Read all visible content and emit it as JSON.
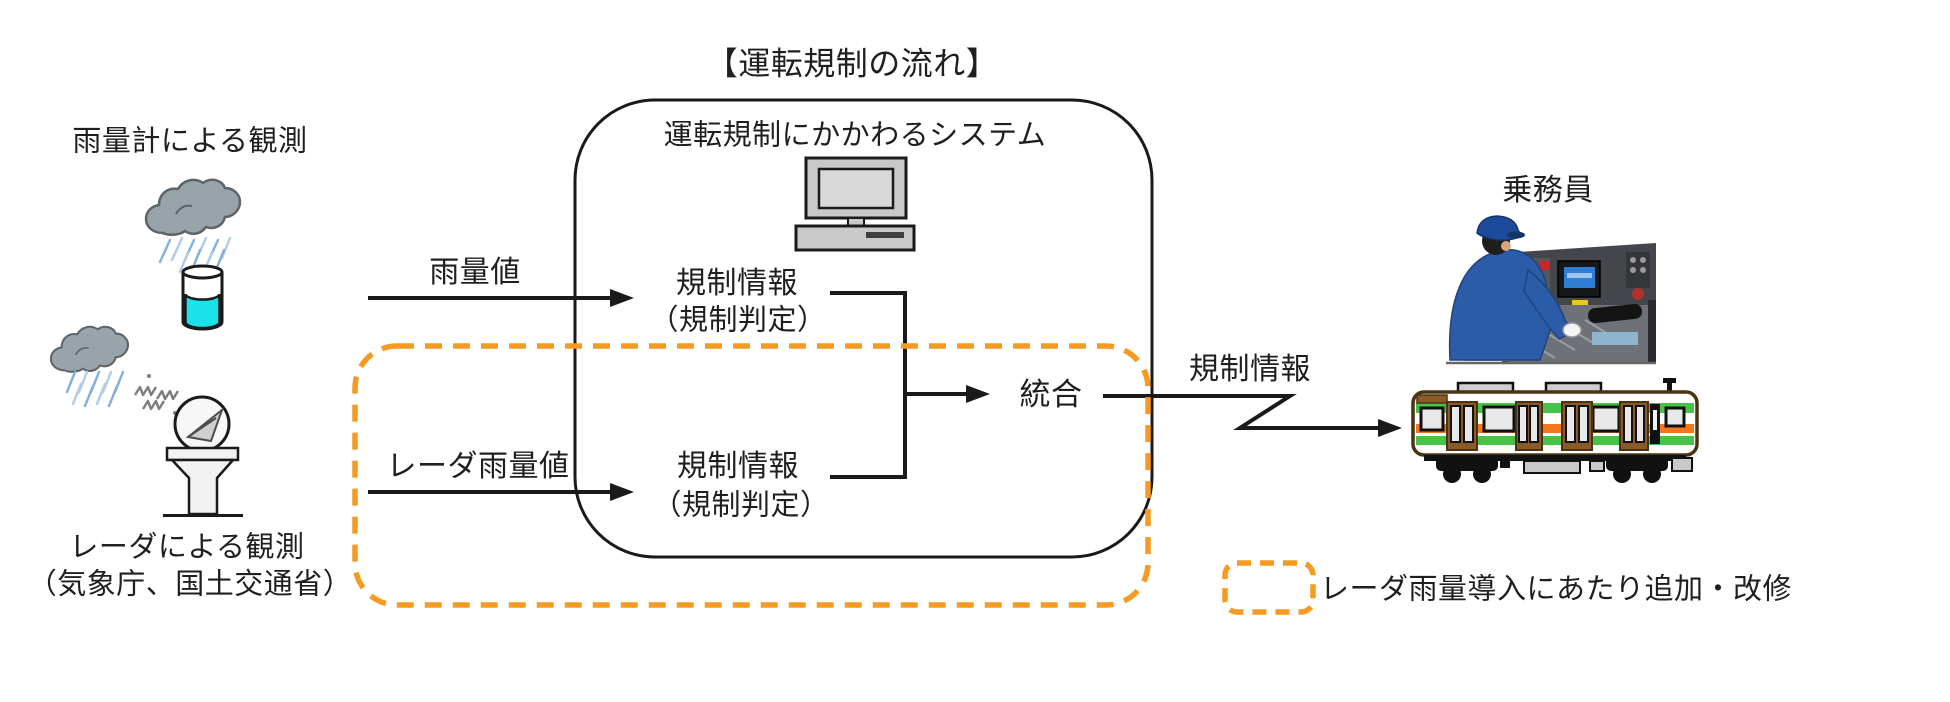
{
  "diagram": {
    "title": "【運転規制の流れ】",
    "system_box": {
      "title": "運転規制にかかわるシステム"
    },
    "left": {
      "rain_gauge_caption": "雨量計による観測",
      "radar_caption_line1": "レーダによる観測",
      "radar_caption_line2": "（気象庁、国土交通省）"
    },
    "flows": {
      "rain_value_label": "雨量値",
      "radar_rain_value_label": "レーダ雨量値",
      "regulation_top_line1": "規制情報",
      "regulation_top_line2": "（規制判定）",
      "regulation_bottom_line1": "規制情報",
      "regulation_bottom_line2": "（規制判定）",
      "integration_label": "統合",
      "output_label": "規制情報"
    },
    "right": {
      "crew_caption": "乗務員"
    },
    "legend": {
      "text": "レーダ雨量導入にあたり追加・改修"
    },
    "icons": {
      "rain_cloud": "rain-cloud-icon",
      "rain_gauge": "rain-gauge-cup-icon",
      "radar": "radar-tower-icon",
      "computer": "desktop-computer-icon",
      "crew": "train-driver-illustration",
      "train": "train-side-view-icon"
    },
    "colors": {
      "highlight_orange": "#F59B22",
      "line_black": "#1A1A1A",
      "water_cyan": "#19E2E8",
      "train_green": "#47C347",
      "train_orange": "#F4771F",
      "uniform_blue": "#2B5CA8"
    }
  }
}
